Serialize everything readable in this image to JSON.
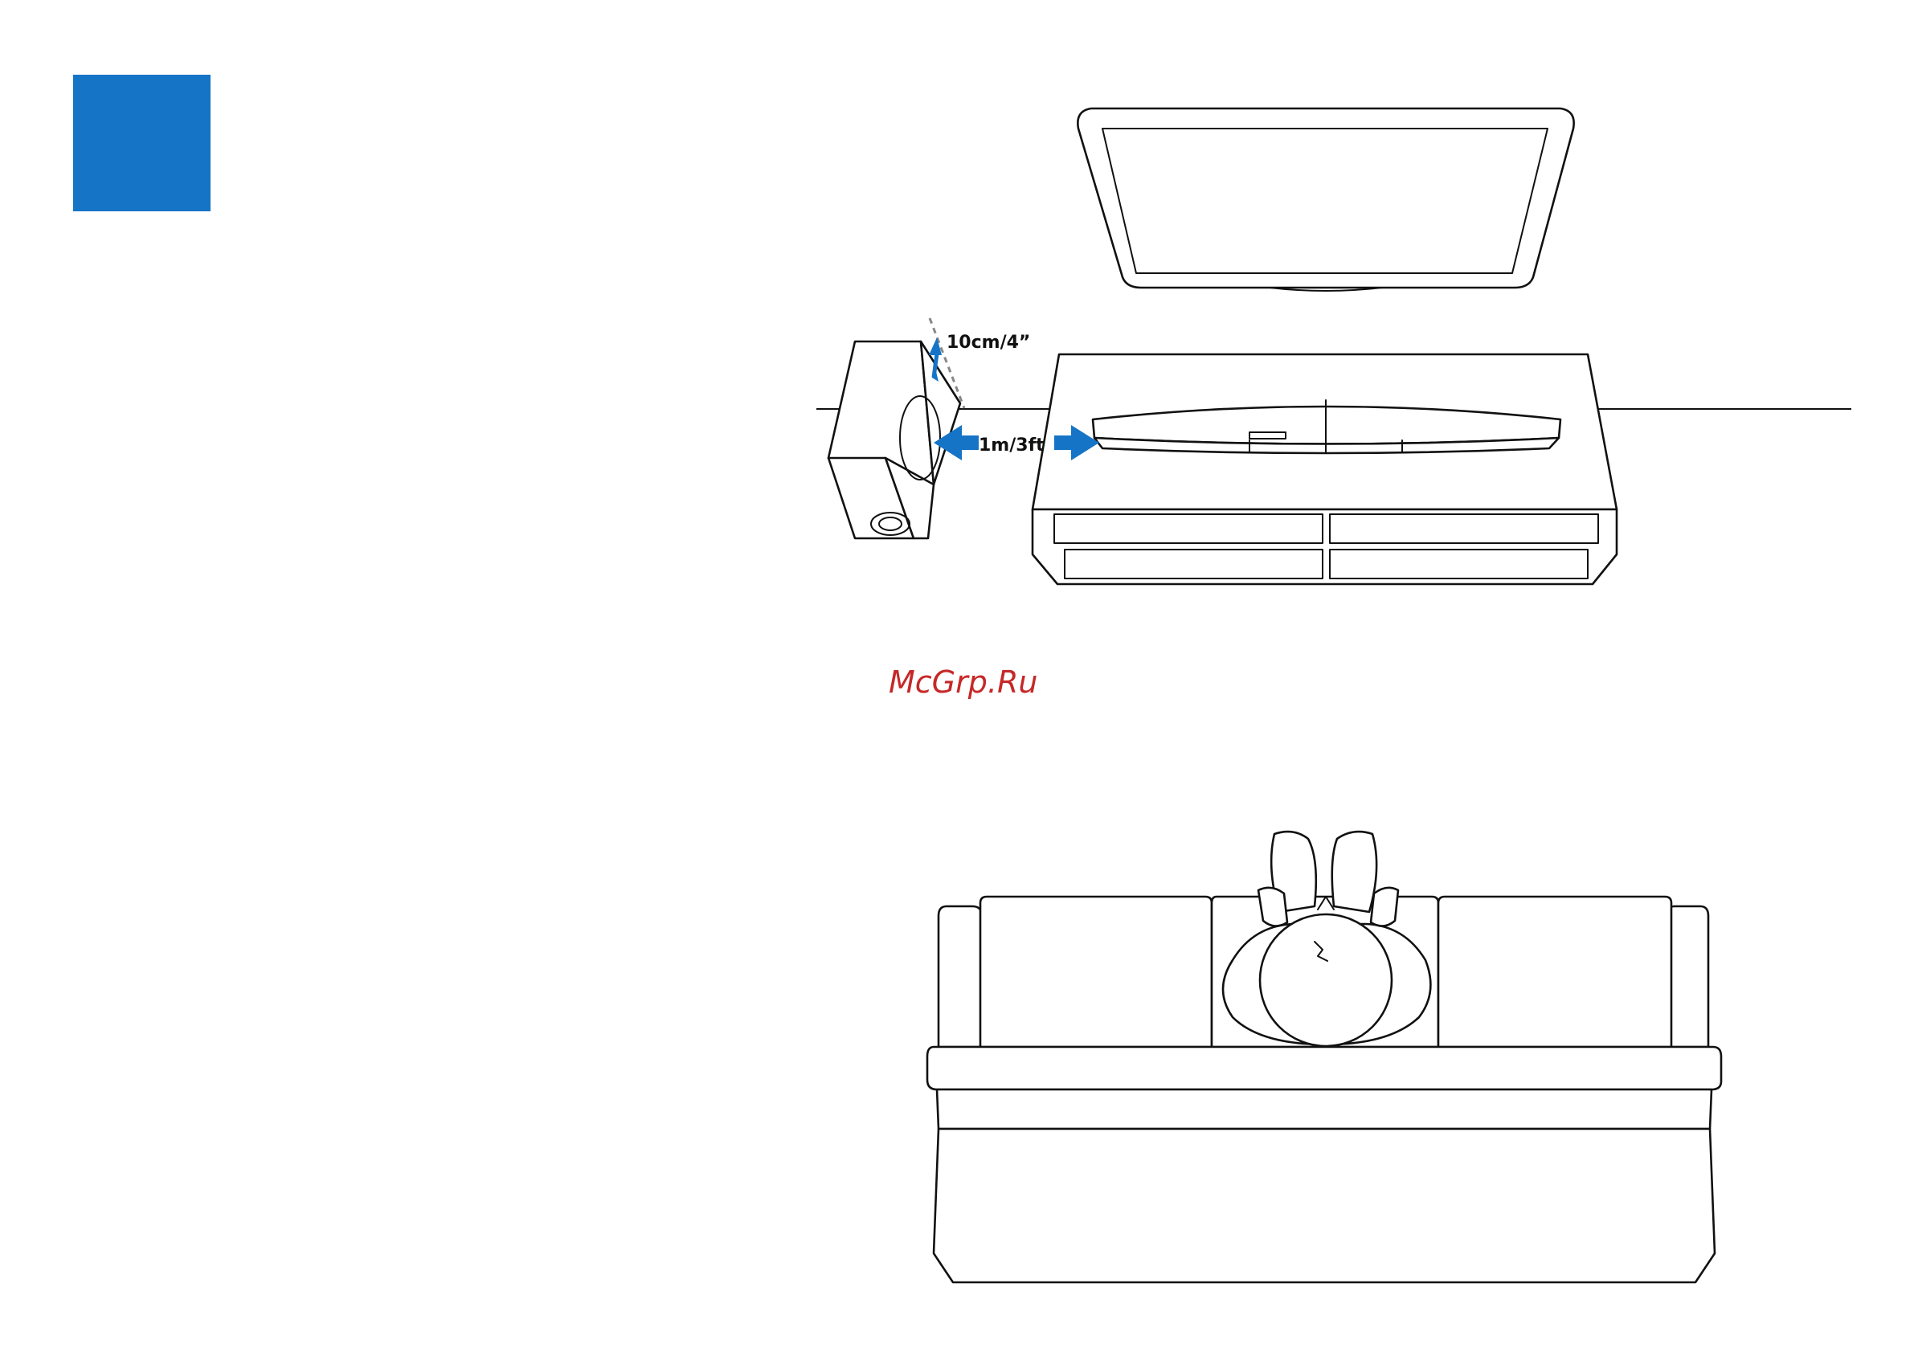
{
  "colors": {
    "accent": "#1574c6",
    "watermark": "#c62828",
    "line": "#111111"
  },
  "labels": {
    "wall_distance": "10cm/4”",
    "subwoofer_distance": "1m/3ft"
  },
  "watermark": "McGrp.Ru"
}
